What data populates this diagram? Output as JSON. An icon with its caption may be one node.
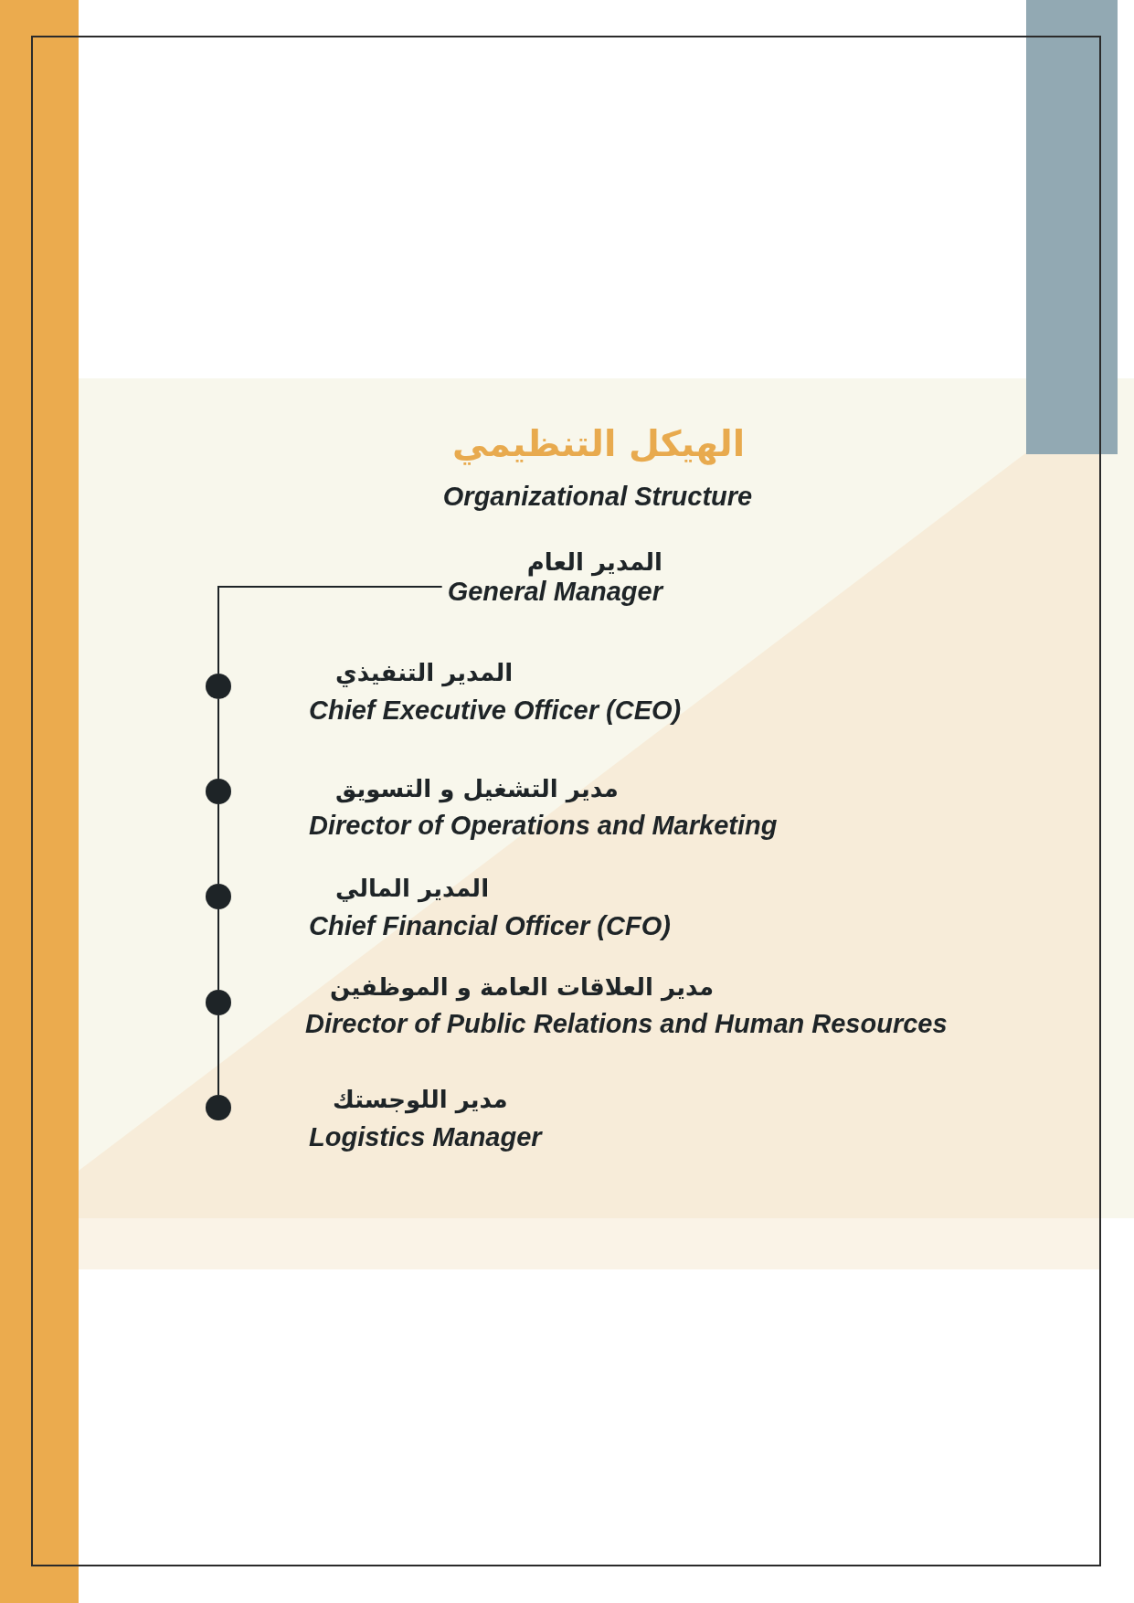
{
  "diagram": {
    "title": "الهيكل التنظيمي",
    "nodes": [
      {
        "text": [
          "المدير العام",
          "General Manager"
        ]
      },
      {
        "text": [],
        "shape": "circle"
      },
      {
        "text": [
          "المدير التنفيذي",
          "Chief Executive Officer (CEO)"
        ]
      },
      {
        "text": [],
        "shape": "circle"
      },
      {
        "text": [
          "مدير التشغيل و التسويق",
          "Director of Operations and Marketing"
        ]
      },
      {
        "text": [],
        "shape": "circle"
      },
      {
        "text": [
          "المدير المالي",
          "Chief Financial Officer (CFO)"
        ]
      },
      {
        "text": [],
        "shape": "circle"
      },
      {
        "text": [
          "مدير العلاقات العامة و الموظفين",
          "Director of Public Relations and Human Resources"
        ]
      },
      {
        "text": [],
        "shape": "circle"
      },
      {
        "text": [
          "مدير اللوجستك",
          "Logistics Manager"
        ]
      }
    ],
    "edges": [
      {
        "from": 0,
        "to": 1,
        "arrow": "none"
      },
      {
        "from": 1,
        "to": 3,
        "arrow": "none"
      },
      {
        "from": 3,
        "to": 5,
        "arrow": "none"
      },
      {
        "from": 5,
        "to": 7,
        "arrow": "none"
      },
      {
        "from": 7,
        "to": 9,
        "arrow": "none"
      }
    ],
    "labels": [
      "Organizational Structure"
    ]
  }
}
